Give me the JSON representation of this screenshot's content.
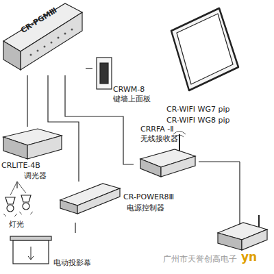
{
  "diagram": {
    "nodes": [
      {
        "text": [
          "CR-PGMⅢ"
        ]
      },
      {
        "text": [
          "CRWM-8",
          "键墙上面板"
        ]
      },
      {
        "text": [
          "CR-WIFI WG7 pip",
          "CR-WIFI WG8 pip"
        ]
      },
      {
        "text": [
          "CRRFA -Ⅱ",
          "无线接收器"
        ]
      },
      {
        "text": [
          "CRLITE-4B",
          "调光器"
        ]
      },
      {
        "text": [
          "CR-POWER8Ⅲ",
          "电源控制器"
        ]
      },
      {
        "text": [
          "灯光"
        ]
      },
      {
        "text": [
          "电动投影幕"
        ]
      }
    ],
    "edges": [
      {
        "from": 0,
        "to": 1,
        "arrow": "none"
      },
      {
        "from": 0,
        "to": 3,
        "arrow": "none"
      },
      {
        "from": 0,
        "to": 4,
        "arrow": "none"
      },
      {
        "from": 0,
        "to": 5,
        "arrow": "none"
      },
      {
        "from": 4,
        "to": 6,
        "arrow": "none"
      },
      {
        "from": 5,
        "to": 7,
        "arrow": "none"
      }
    ],
    "labels": [
      "广州市天誉创高电子",
      "yn"
    ]
  }
}
